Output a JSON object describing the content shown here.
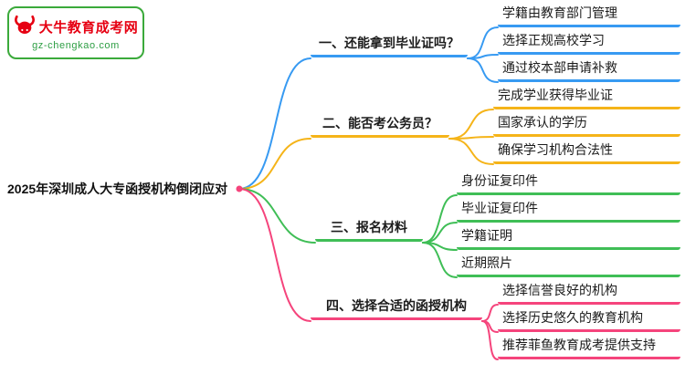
{
  "logo": {
    "title": "大牛教育成考网",
    "url": "gz-chengkao.com",
    "accent_red": "#E60012",
    "accent_green": "#3BAA3B"
  },
  "root": {
    "label": "2025年深圳成人大专函授机构倒闭应对"
  },
  "branches": [
    {
      "label": "一、还能拿到毕业证吗？",
      "color": "#379AF2",
      "children": [
        "学籍由教育部门管理",
        "选择正规高校学习",
        "通过校本部申请补救"
      ]
    },
    {
      "label": "二、能否考公务员？",
      "color": "#F5B419",
      "children": [
        "完成学业获得毕业证",
        "国家承认的学历",
        "确保学习机构合法性"
      ]
    },
    {
      "label": "三、报名材料",
      "color": "#3FBE56",
      "children": [
        "身份证复印件",
        "毕业证复印件",
        "学籍证明",
        "近期照片"
      ]
    },
    {
      "label": "四、选择合适的函授机构",
      "color": "#F5447C",
      "children": [
        "选择信誉良好的机构",
        "选择历史悠久的教育机构",
        "推荐菲鱼教育成考提供支持"
      ]
    }
  ]
}
